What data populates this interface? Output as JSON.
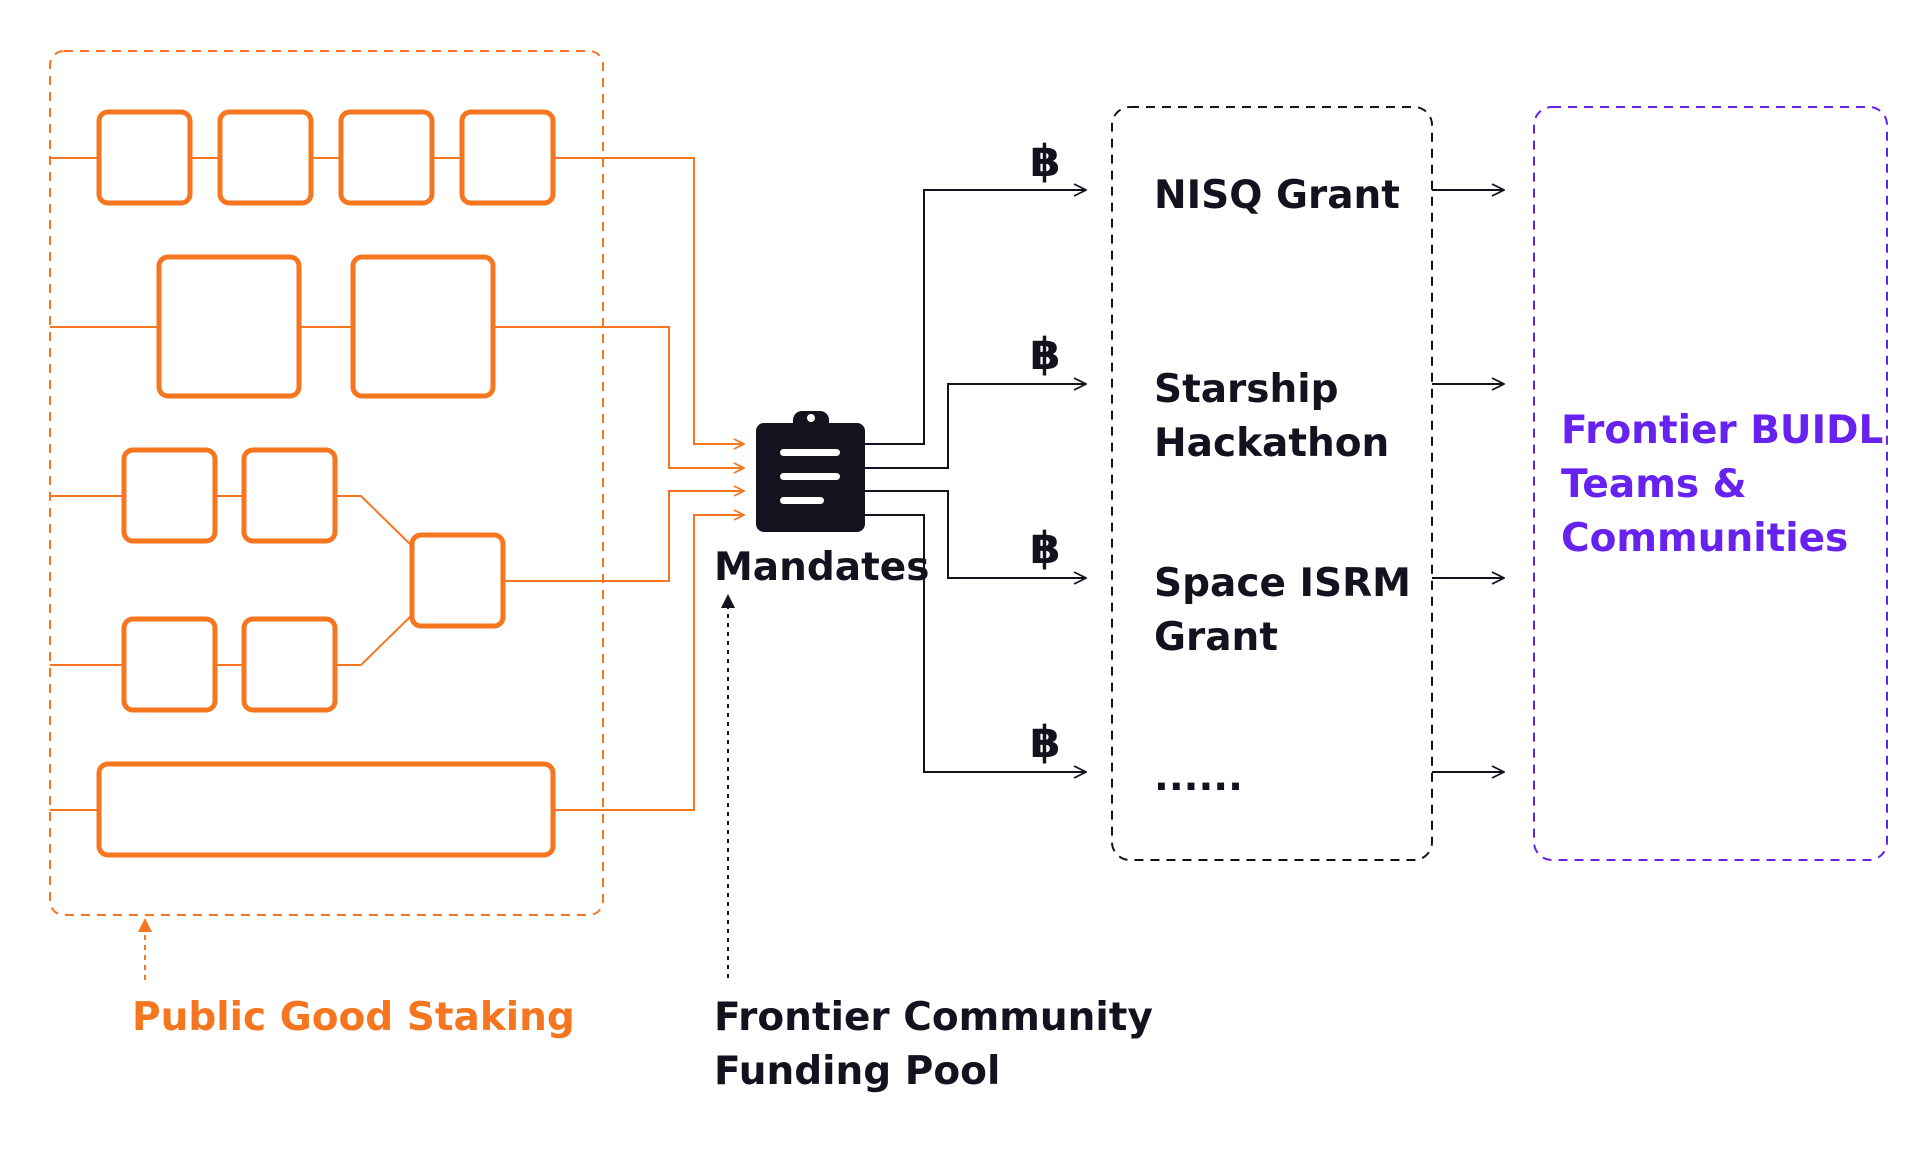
{
  "staking": {
    "label": "Public Good Staking"
  },
  "pool": {
    "label_line1": "Frontier Community",
    "label_line2": "Funding Pool"
  },
  "mandates": {
    "label": "Mandates",
    "icon": "clipboard-icon"
  },
  "currency_symbol": "฿",
  "grants": [
    {
      "lines": [
        "NISQ Grant"
      ]
    },
    {
      "lines": [
        "Starship",
        "Hackathon"
      ]
    },
    {
      "lines": [
        "Space ISRM",
        "Grant"
      ]
    },
    {
      "lines": [
        "......"
      ]
    }
  ],
  "recipients": {
    "lines": [
      "Frontier BUIDL",
      "Teams &",
      "Communities"
    ]
  },
  "colors": {
    "orange": "#f6761f",
    "dark": "#14121e",
    "purple": "#6722f0"
  }
}
